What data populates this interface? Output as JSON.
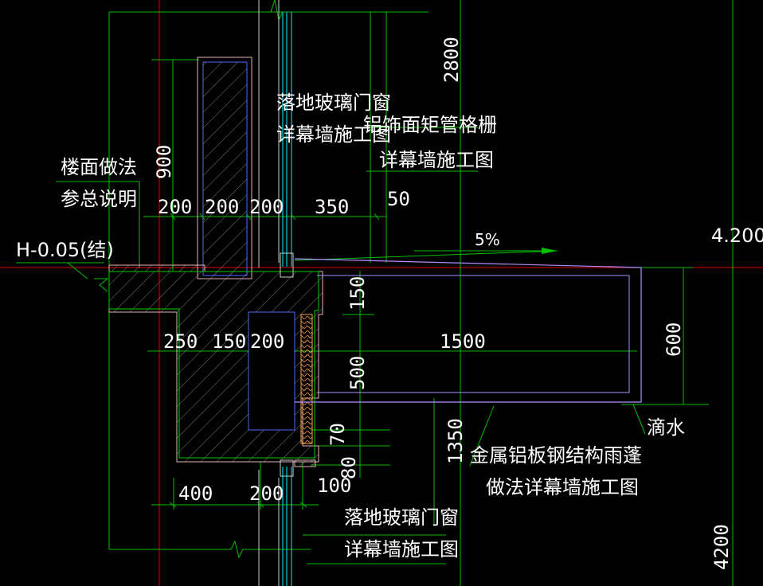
{
  "colors": {
    "background": "#000000",
    "text": "#ffffff",
    "dimension": "#00c000",
    "axis": "#e00000",
    "glass": "#00c8e6",
    "structure": "#e6b4b4",
    "slab_outline": "#00cc00",
    "canopy": "#b090ff",
    "insulation": "#ffa040",
    "inner_box": "#4a6cff"
  },
  "labels": {
    "glass_window_top_1": "落地玻璃门窗",
    "glass_window_top_2": "详幕墙施工图",
    "aluminum_grille_1": "铝饰面矩管格栅",
    "aluminum_grille_2": "详幕墙施工图",
    "floor_method_1": "楼面做法",
    "floor_method_2": "参总说明",
    "level_h": "H-0.05(结)",
    "slope": "5%",
    "level_right": "4.200",
    "drip": "滴水",
    "canopy_1": "金属铝板钢结构雨蓬",
    "canopy_2": "做法详幕墙施工图",
    "glass_window_bottom_1": "落地玻璃门窗",
    "glass_window_bottom_2": "详幕墙施工图"
  },
  "dimensions": {
    "d2800": "2800",
    "d900": "900",
    "d200a": "200",
    "d200b": "200",
    "d200c": "200",
    "d350": "350",
    "d50": "50",
    "d150v": "150",
    "d250": "250",
    "d150h": "150",
    "d200d": "200",
    "d1500": "1500",
    "d600": "600",
    "d500": "500",
    "d1350": "1350",
    "d70": "70",
    "d80": "80",
    "d400": "400",
    "d200e": "200",
    "d100": "100",
    "d4200": "4200"
  }
}
